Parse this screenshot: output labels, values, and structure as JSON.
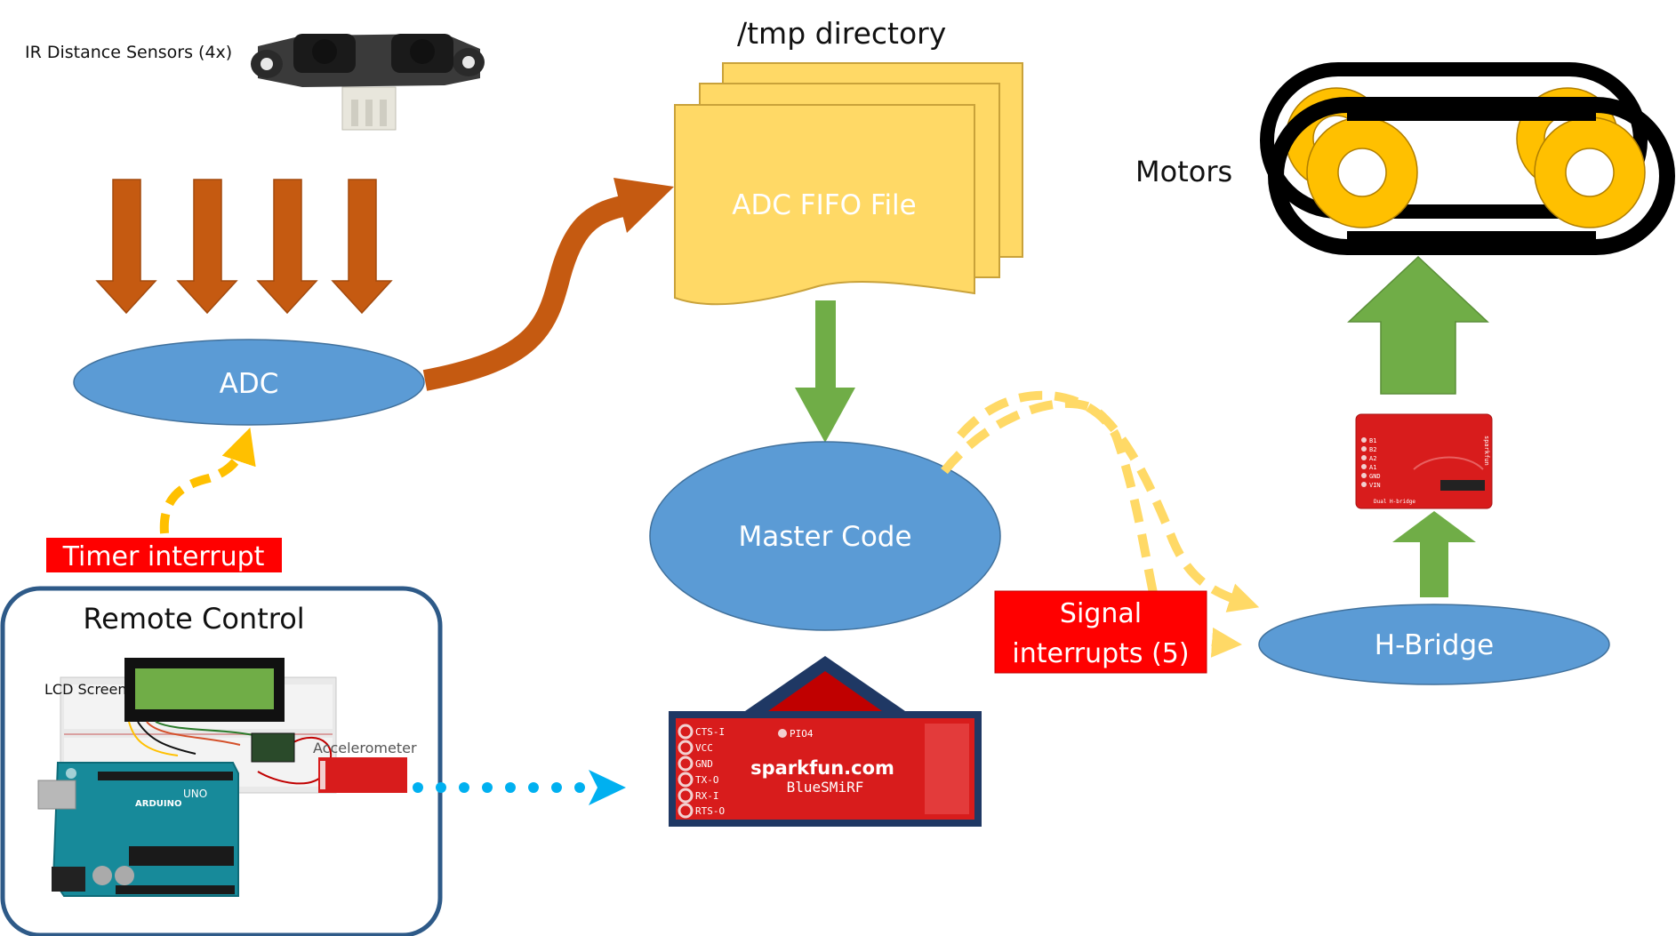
{
  "labels": {
    "ir_sensors": "IR Distance Sensors (4x)",
    "tmp_directory": "/tmp directory",
    "adc_fifo_file": "ADC FIFO File",
    "motors": "Motors",
    "adc": "ADC",
    "master_code": "Master Code",
    "h_bridge": "H-Bridge",
    "timer_interrupt": "Timer interrupt",
    "signal_interrupts_line1": "Signal",
    "signal_interrupts_line2": "interrupts (5)",
    "remote_control": "Remote Control",
    "lcd_screen": "LCD Screen",
    "accelerometer": "Accelerometer"
  },
  "bluesmirf": {
    "brand": "sparkfun.com",
    "name": "BlueSMiRF",
    "pio": "PIO4",
    "pins": [
      "CTS-I",
      "VCC",
      "GND",
      "TX-O",
      "RX-I",
      "RTS-O"
    ]
  },
  "hbridge_board": {
    "pins": [
      "B1",
      "B2",
      "A2",
      "A1",
      "GND",
      "VIN"
    ],
    "caption": "Dual H-bridge",
    "brand": "sparkfun"
  },
  "arduino": {
    "brand": "ARDUINO",
    "model": "UNO"
  },
  "colors": {
    "orange_arrow": "#c55a11",
    "green_arrow": "#70ad47",
    "yellow_dashed": "#ffc000",
    "light_yellow_dashed": "#ffd966",
    "blue_node": "#5b9bd5",
    "file_fill": "#ffd966",
    "red_label": "#ff0000",
    "remote_border": "#2e5a88",
    "bluetooth_arrow": "#00b0f0",
    "dark_red_arrow": "#c00000",
    "navy_arrow": "#1f3864",
    "wheel_yellow": "#ffc000"
  }
}
